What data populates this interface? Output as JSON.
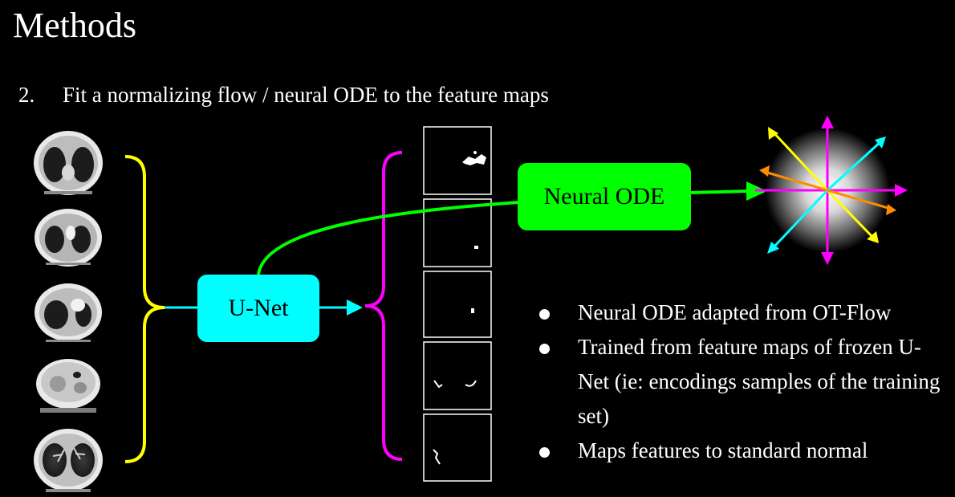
{
  "slide": {
    "title": "Methods",
    "step_number": "2.",
    "step_text": "Fit a normalizing flow / neural ODE to the feature maps"
  },
  "boxes": {
    "unet_label": "U-Net",
    "ode_label": "Neural ODE"
  },
  "bullets": [
    "Neural ODE adapted from OT-Flow",
    "Trained from feature maps of frozen U-Net (ie: encodings samples of the training set)",
    "Maps features to standard normal"
  ],
  "colors": {
    "unet": "#00ffff",
    "neural_ode": "#00ff00",
    "input_bracket": "#ffff00",
    "feature_bracket": "#ff00ff",
    "gaussian_arrows": [
      "#ff00ff",
      "#ffff00",
      "#00ffff",
      "#ff8c00"
    ]
  },
  "images": {
    "ct_slices": [
      "ct-scan-1",
      "ct-scan-2",
      "ct-scan-3",
      "ct-scan-4",
      "ct-scan-5"
    ],
    "feature_maps": [
      "feature-map-1",
      "feature-map-2",
      "feature-map-3",
      "feature-map-4",
      "feature-map-5"
    ]
  }
}
